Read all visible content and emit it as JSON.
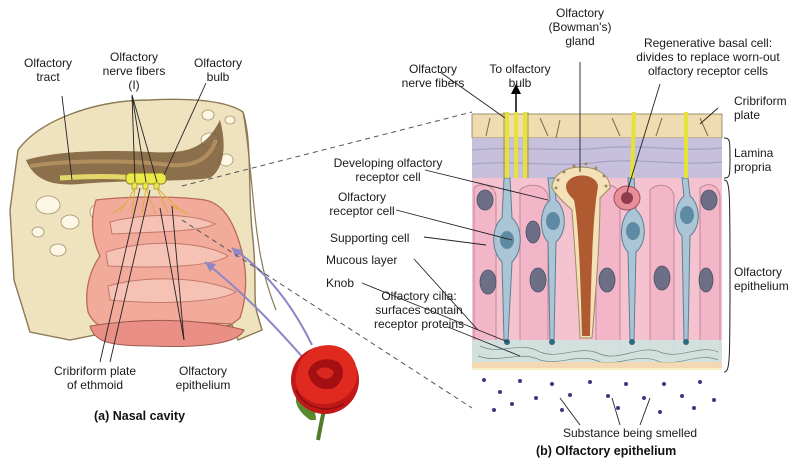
{
  "panel_a": {
    "caption": "(a) Nasal cavity",
    "labels": {
      "olfactory_tract": "Olfactory\ntract",
      "olfactory_nerve_fibers": "Olfactory\nnerve fibers\n(I)",
      "olfactory_bulb": "Olfactory\nbulb",
      "cribriform_plate": "Cribriform plate\nof ethmoid",
      "olfactory_epithelium": "Olfactory\nepithelium"
    }
  },
  "panel_b": {
    "caption": "(b) Olfactory epithelium",
    "labels": {
      "olfactory_gland": "Olfactory\n(Bowman's)\ngland",
      "regenerative_basal_cell": "Regenerative basal cell:\ndivides to replace worn-out\nolfactory receptor cells",
      "olfactory_nerve_fibers": "Olfactory\nnerve fibers",
      "to_olfactory_bulb": "To olfactory\nbulb",
      "cribriform_plate": "Cribriform\nplate",
      "lamina_propria": "Lamina\npropria",
      "developing_receptor_cell": "Developing olfactory\nreceptor cell",
      "olfactory_receptor_cell": "Olfactory\nreceptor cell",
      "supporting_cell": "Supporting cell",
      "mucous_layer": "Mucous layer",
      "knob": "Knob",
      "olfactory_cilia": "Olfactory cilia:\nsurfaces contain\nreceptor proteins",
      "olfactory_epithelium": "Olfactory\nepithelium",
      "substance_being_smelled": "Substance being smelled"
    }
  },
  "colors": {
    "bone": "#efe2bf",
    "mucosa": "#f2aa9a",
    "nerve": "#e6e23a",
    "supporting_cell": "#f2b6c8",
    "receptor_cell": "#a9c5d6",
    "lamina_propria": "#c6c0dc",
    "odor_dot": "#3f3786"
  }
}
